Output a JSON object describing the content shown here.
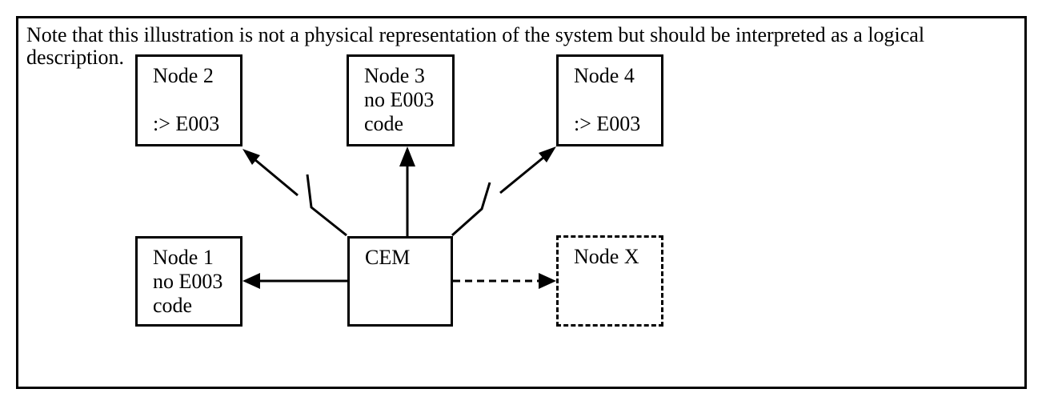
{
  "note": {
    "lines": [
      "Note that this illustration is not a physical representation of the system but should be interpreted as a logical",
      "description."
    ]
  },
  "boxes": {
    "node2": {
      "lines": [
        "Node 2",
        "",
        ":> E003"
      ]
    },
    "node3": {
      "lines": [
        "Node 3",
        "no E003",
        "code"
      ]
    },
    "node4": {
      "lines": [
        "Node 4",
        "",
        ":> E003"
      ]
    },
    "node1": {
      "lines": [
        "Node 1",
        "no E003",
        "code"
      ]
    },
    "cem": {
      "lines": [
        "CEM"
      ]
    },
    "nodex": {
      "lines": [
        "Node X"
      ]
    }
  },
  "colors": {
    "line": "#000000",
    "background": "#ffffff"
  }
}
